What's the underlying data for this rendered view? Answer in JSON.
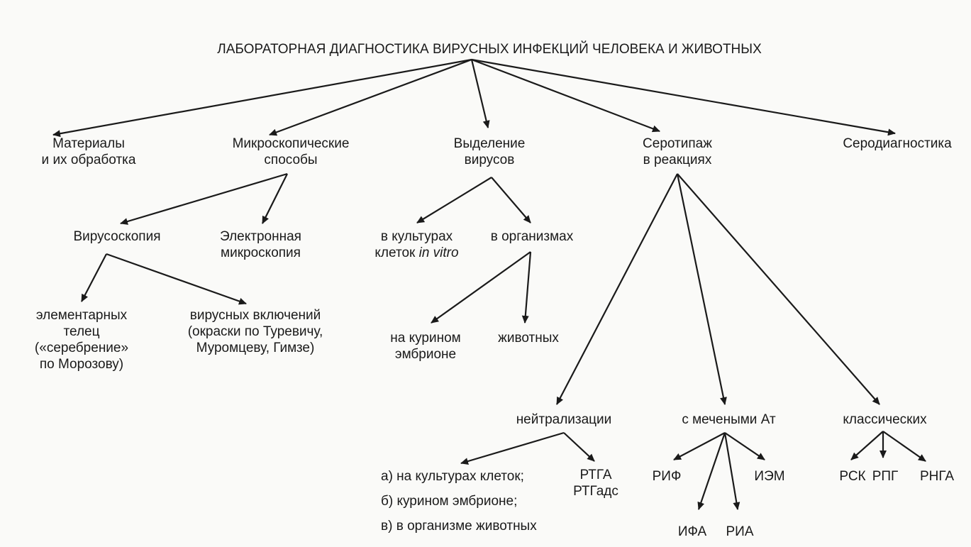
{
  "title": "ЛАБОРАТОРНАЯ ДИАГНОСТИКА ВИРУСНЫХ ИНФЕКЦИЙ ЧЕЛОВЕКА И ЖИВОТНЫХ",
  "level1": {
    "materials": "Материалы\nи их обработка",
    "microscopy": "Микроскопические\nспособы",
    "isolation": "Выделение\nвирусов",
    "serotyping": "Серотипаж\nв реакциях",
    "serodiagnostics": "Серодиагностика"
  },
  "microscopy": {
    "virusoscopy": "Вирусоскопия",
    "electron": "Электронная\nмикроскопия",
    "elementary": "элементарных\nтелец\n(«серебрение»\nпо Морозову)",
    "inclusions": "вирусных включений\n(окраски по Туревичу,\nМуромцеву, Гимзе)"
  },
  "isolation": {
    "cultures_prefix": "в культурах\nклеток ",
    "cultures_italic": "in vitro",
    "organisms": "в организмах",
    "embryo": "на курином\nэмбрионе",
    "animals": "животных"
  },
  "serotyping": {
    "neutralization": "нейтрализации",
    "labeled": "с мечеными Ат",
    "classic": "классических",
    "neut_a": "а) на культурах клеток;",
    "neut_b": "б) курином эмбрионе;",
    "neut_c": "в) в организме животных",
    "rtga": "РТГА\nРТГадс",
    "rif": "РИФ",
    "ifa": "ИФА",
    "ria": "РИА",
    "iem": "ИЭМ",
    "rsk": "РСК",
    "rpg": "РПГ",
    "rnga": "РНГА"
  },
  "colors": {
    "ink": "#1a1a1a",
    "paper": "#fafaf8"
  }
}
